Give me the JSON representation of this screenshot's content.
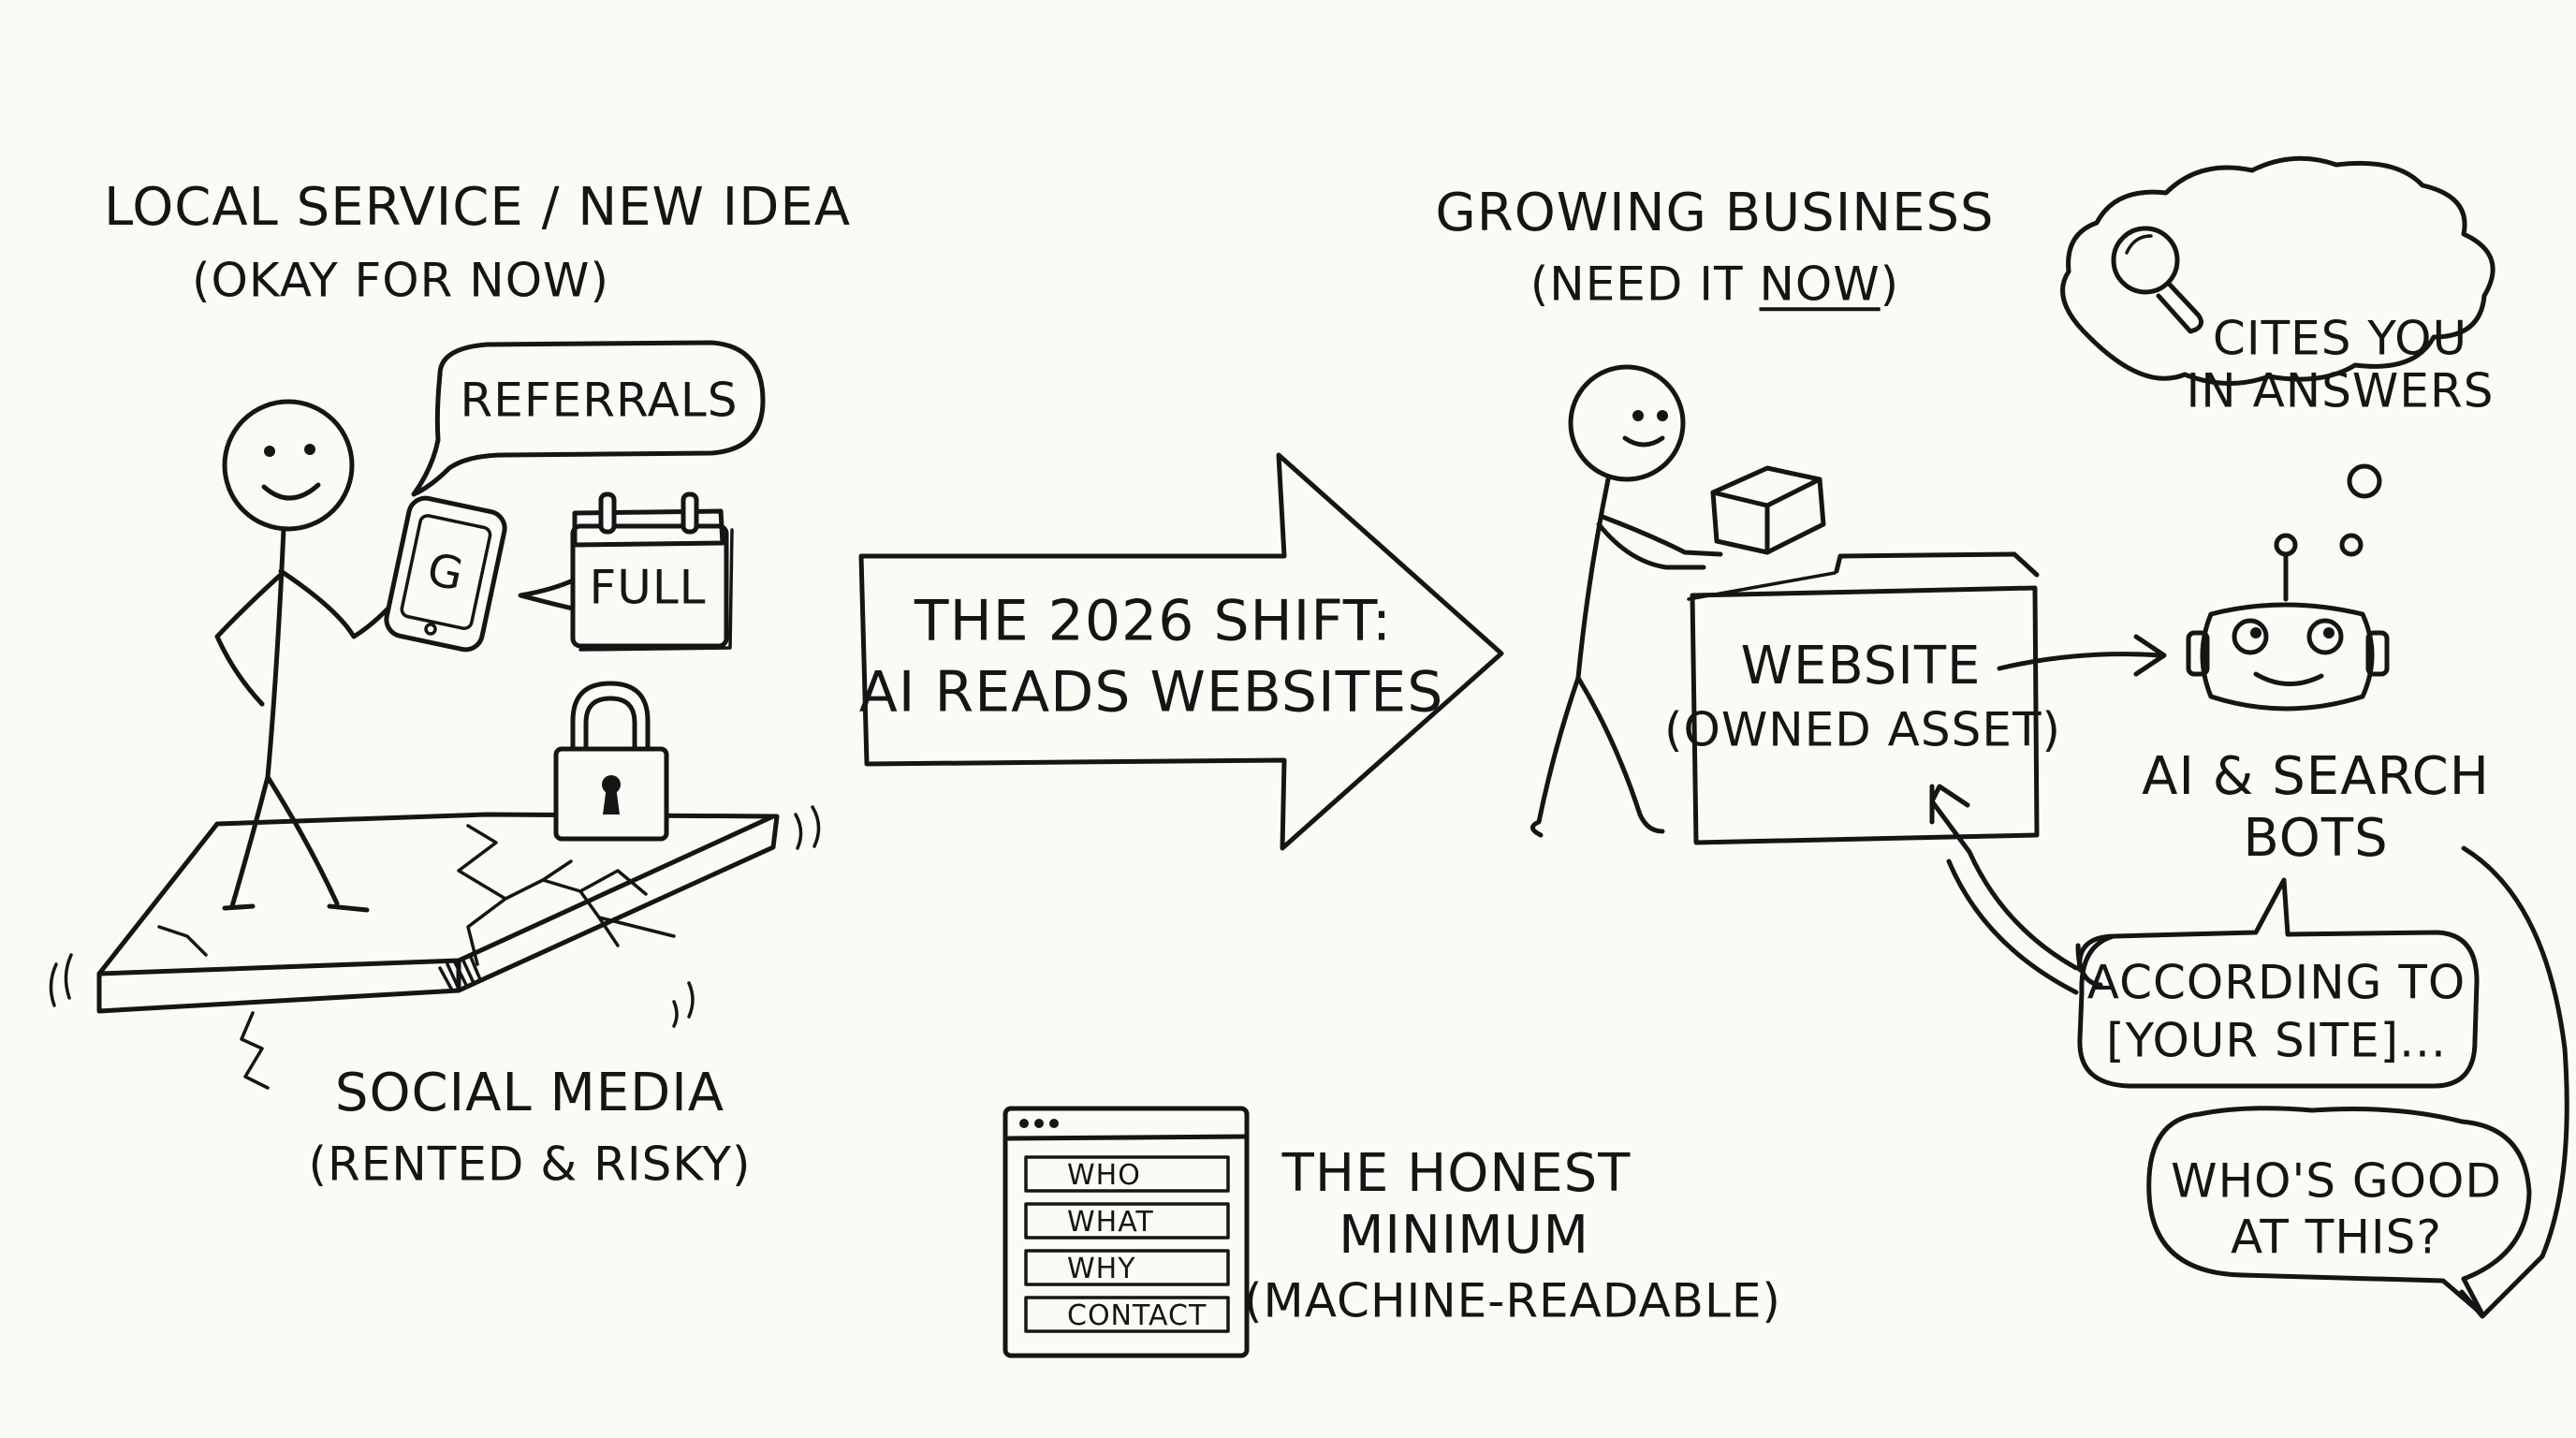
{
  "left": {
    "title": "LOCAL SERVICE / NEW IDEA",
    "subtitle": "(OKAY FOR NOW)",
    "bubble_referrals": "REFERRALS",
    "phone_letter": "G",
    "calendar_text": "FULL",
    "platform_title": "SOCIAL MEDIA",
    "platform_subtitle": "(RENTED & RISKY)"
  },
  "center": {
    "arrow_line1": "THE 2026 SHIFT:",
    "arrow_line2": "AI READS WEBSITES",
    "form_fields": [
      "WHO",
      "WHAT",
      "WHY",
      "CONTACT"
    ],
    "minimum_line1": "THE HONEST",
    "minimum_line2": "MINIMUM",
    "minimum_line3": "(MACHINE-READABLE)"
  },
  "right": {
    "title": "GROWING BUSINESS",
    "subtitle_pre": "(NEED IT ",
    "subtitle_emph": "NOW",
    "subtitle_post": ")",
    "box_title": "WEBSITE",
    "box_subtitle": "(OWNED ASSET)",
    "thought_line1": "CITES YOU",
    "thought_line2": "IN ANSWERS",
    "bots_line1": "AI & SEARCH",
    "bots_line2": "BOTS",
    "quote_line1": "ACCORDING TO",
    "quote_line2": "[YOUR SITE]...",
    "question_line1": "WHO'S GOOD",
    "question_line2": "AT THIS?"
  }
}
